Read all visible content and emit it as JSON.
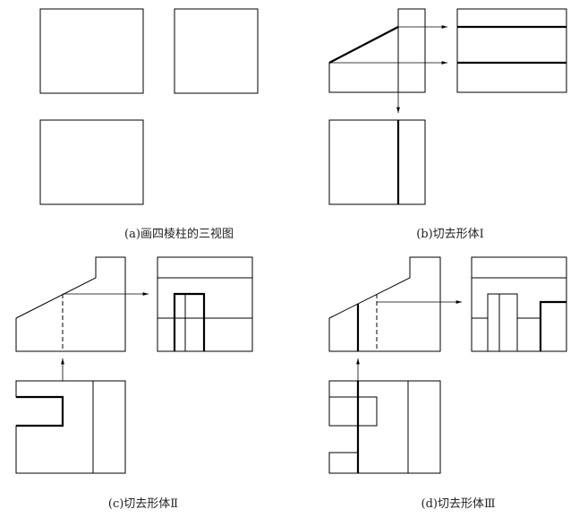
{
  "captions": {
    "a": "(a)画四棱柱的三视图",
    "b": "(b)切去形体Ⅰ",
    "c": "(c)切去形体Ⅱ",
    "d": "(d)切去形体Ⅲ"
  },
  "colors": {
    "stroke": "#000000",
    "background": "#ffffff"
  }
}
